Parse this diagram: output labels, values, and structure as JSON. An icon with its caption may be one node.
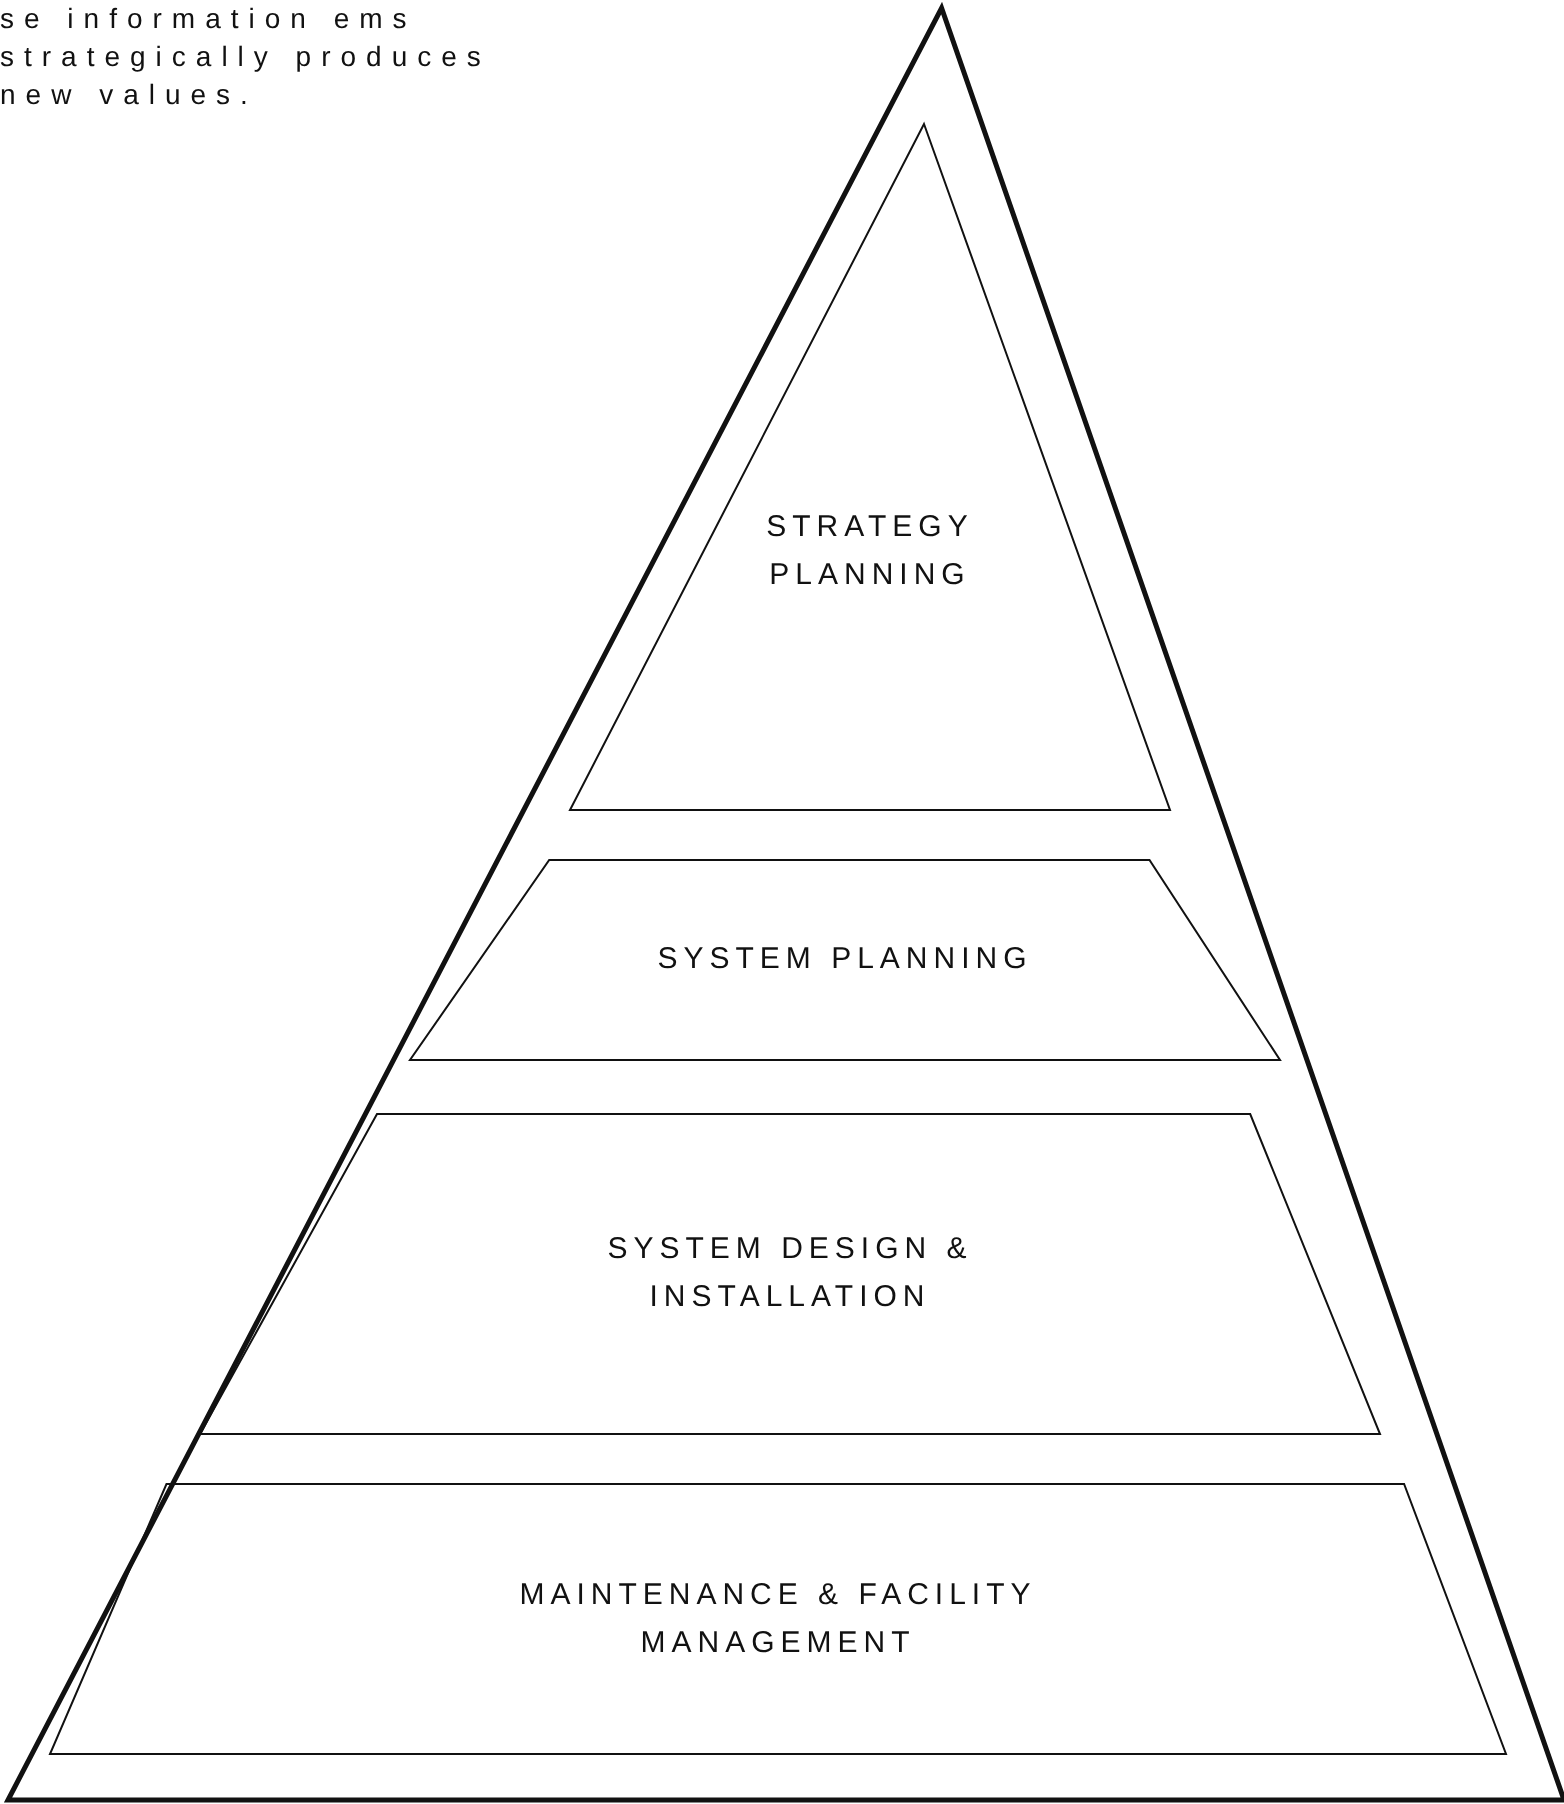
{
  "diagram": {
    "nodes": [
      {
        "text": [],
        "shape": "triangle"
      },
      {
        "text": [
          "STRATEGY PLANNING"
        ],
        "in": 0
      },
      {
        "text": [
          "SYSTEM PLANNING"
        ],
        "in": 0
      },
      {
        "text": [
          "SYSTEM DESIGN & INSTALLATION"
        ],
        "in": 0
      },
      {
        "text": [
          "MAINTENANCE & FACILITY MANAGEMENT"
        ],
        "in": 0
      }
    ],
    "edges": [],
    "labels": [
      "se information ems strategically produces new values."
    ]
  }
}
